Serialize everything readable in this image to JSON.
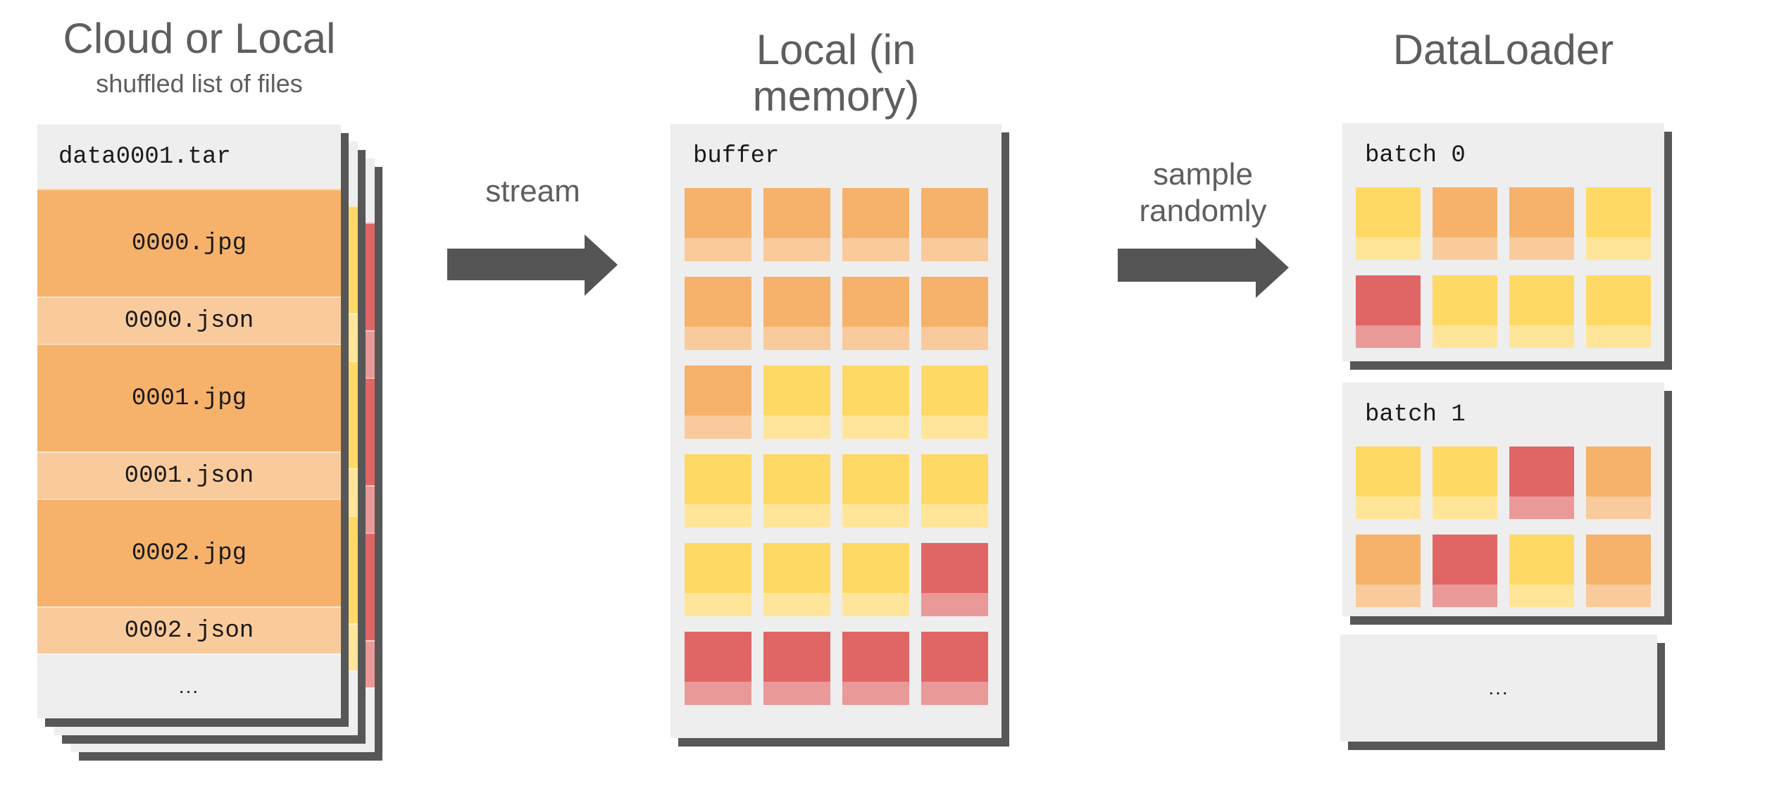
{
  "palette": {
    "orange": "#f6b26b",
    "orange_light": "#f9cb9c",
    "yellow": "#ffd966",
    "yellow_light": "#ffe599",
    "red": "#e06666",
    "red_light": "#ea9999",
    "card_bg": "#eeeeee",
    "shadow": "#575757",
    "title_text": "#5e5e5e",
    "arrow_fill": "#555555",
    "mono_text": "#1a1a1a"
  },
  "left": {
    "title": "Cloud or Local",
    "subtitle": "shuffled list of files",
    "shard": {
      "header_label": "data0001.tar",
      "rows": [
        {
          "label": "0000.jpg",
          "kind": "jpg"
        },
        {
          "label": "0000.json",
          "kind": "json"
        },
        {
          "label": "0001.jpg",
          "kind": "jpg"
        },
        {
          "label": "0001.json",
          "kind": "json"
        },
        {
          "label": "0002.jpg",
          "kind": "jpg"
        },
        {
          "label": "0002.json",
          "kind": "json"
        }
      ],
      "footer_label": "...",
      "front_color": "orange",
      "stacked_colors": [
        "yellow",
        "red"
      ]
    }
  },
  "flow": {
    "stream_label": "stream",
    "sample_label_line1": "sample",
    "sample_label_line2": "randomly"
  },
  "middle": {
    "title": "Local (in memory)",
    "buffer_label": "buffer",
    "buffer_grid": [
      [
        "orange",
        "orange",
        "orange",
        "orange"
      ],
      [
        "orange",
        "orange",
        "orange",
        "orange"
      ],
      [
        "orange",
        "yellow",
        "yellow",
        "yellow"
      ],
      [
        "yellow",
        "yellow",
        "yellow",
        "yellow"
      ],
      [
        "yellow",
        "yellow",
        "yellow",
        "red"
      ],
      [
        "red",
        "red",
        "red",
        "red"
      ]
    ]
  },
  "right": {
    "title": "DataLoader",
    "batches": [
      {
        "label": "batch 0",
        "grid": [
          [
            "yellow",
            "orange",
            "orange",
            "yellow"
          ],
          [
            "red",
            "yellow",
            "yellow",
            "yellow"
          ]
        ]
      },
      {
        "label": "batch 1",
        "grid": [
          [
            "yellow",
            "yellow",
            "red",
            "orange"
          ],
          [
            "orange",
            "red",
            "yellow",
            "orange"
          ]
        ]
      }
    ],
    "more_label": "..."
  }
}
